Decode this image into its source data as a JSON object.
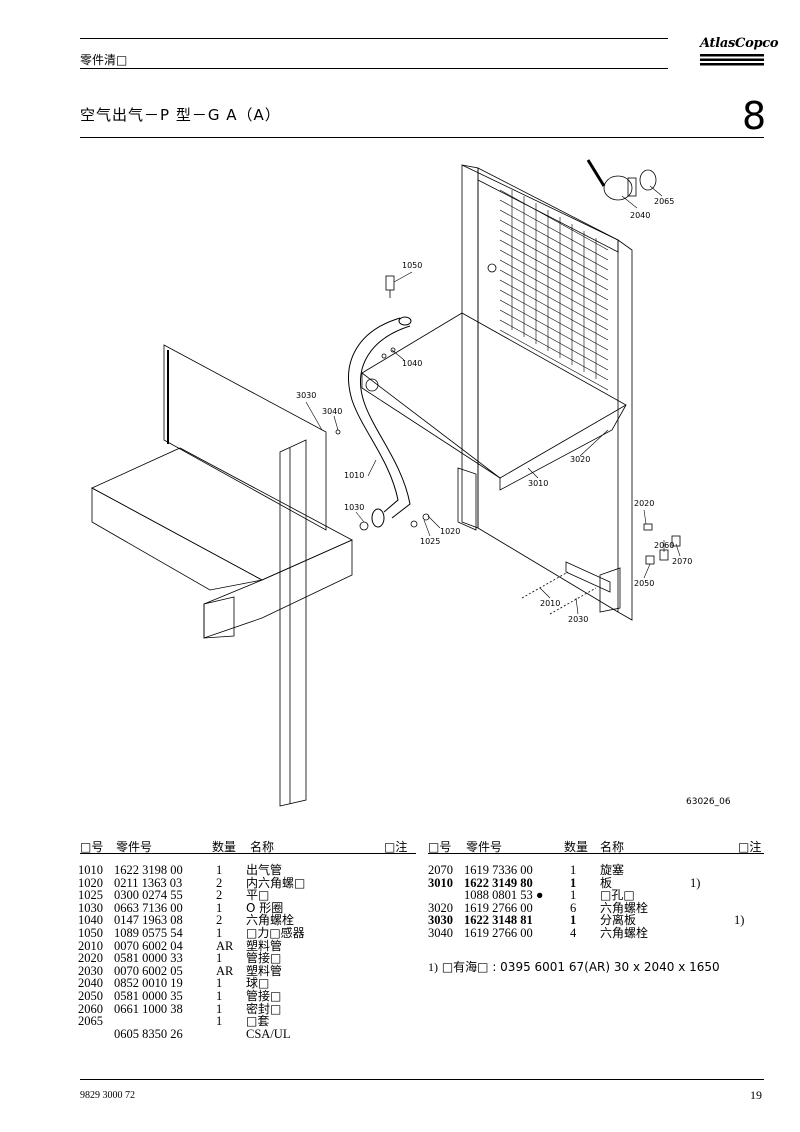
{
  "header": {
    "title": "零件清□",
    "logo": "AtlasCopco"
  },
  "section": {
    "title": "空气出气－P 型－G A（A）",
    "number": "8"
  },
  "drawing": {
    "id": "63026_06",
    "labels": [
      "2065",
      "2040",
      "1050",
      "1040",
      "3030",
      "3040",
      "1010",
      "1030",
      "1025",
      "1020",
      "3020",
      "3010",
      "2020",
      "2060",
      "2070",
      "2050",
      "2010",
      "2030"
    ]
  },
  "table": {
    "headers": {
      "pos": "□号",
      "part_no": "零件号",
      "qty": "数量",
      "name": "名称",
      "note": "□注"
    },
    "left_rows": [
      {
        "pos": "1010",
        "part_no": "1622 3198 00",
        "qty": "1",
        "name": "出气管",
        "note": ""
      },
      {
        "pos": "1020",
        "part_no": "0211 1363 03",
        "qty": "2",
        "name": "内六角螺□",
        "note": ""
      },
      {
        "pos": "1025",
        "part_no": "0300 0274 55",
        "qty": "2",
        "name": "平□",
        "note": ""
      },
      {
        "pos": "1030",
        "part_no": "0663 7136 00",
        "qty": "1",
        "name": "O 形圈",
        "note": ""
      },
      {
        "pos": "1040",
        "part_no": "0147 1963 08",
        "qty": "2",
        "name": "六角螺栓",
        "note": ""
      },
      {
        "pos": "1050",
        "part_no": "1089 0575 54",
        "qty": "1",
        "name": "□力□感器",
        "note": ""
      },
      {
        "pos": "2010",
        "part_no": "0070 6002 04",
        "qty": "AR",
        "name": "塑料管",
        "note": ""
      },
      {
        "pos": "2020",
        "part_no": "0581 0000 33",
        "qty": "1",
        "name": "管接□",
        "note": ""
      },
      {
        "pos": "2030",
        "part_no": "0070 6002 05",
        "qty": "AR",
        "name": "塑料管",
        "note": ""
      },
      {
        "pos": "2040",
        "part_no": "0852 0010 19",
        "qty": "1",
        "name": "球□",
        "note": ""
      },
      {
        "pos": "2050",
        "part_no": "0581 0000 35",
        "qty": "1",
        "name": "管接□",
        "note": ""
      },
      {
        "pos": "2060",
        "part_no": "0661 1000 38",
        "qty": "1",
        "name": "密封□",
        "note": ""
      },
      {
        "pos": "2065",
        "part_no": "",
        "qty": "1",
        "name": "□套",
        "note": ""
      },
      {
        "pos": "",
        "part_no": "0605 8350 26",
        "qty": "",
        "name": "CSA/UL",
        "note": ""
      }
    ],
    "right_rows": [
      {
        "pos": "2070",
        "part_no": "1619 7336 00",
        "qty": "1",
        "name": "旋塞",
        "note": "",
        "bold": false
      },
      {
        "pos": "3010",
        "part_no": "1622 3149 80",
        "qty": "1",
        "name": "板",
        "note": "1)",
        "bold": true
      },
      {
        "pos": "",
        "part_no": "1088 0801 53 ●",
        "qty": "1",
        "name": "□孔□",
        "note": "",
        "bold": false
      },
      {
        "pos": "3020",
        "part_no": "1619 2766 00",
        "qty": "6",
        "name": "六角螺栓",
        "note": "",
        "bold": false
      },
      {
        "pos": "3030",
        "part_no": "1622 3148 81",
        "qty": "1",
        "name": "分离板",
        "note": "1)",
        "bold": true
      },
      {
        "pos": "3040",
        "part_no": "1619 2766 00",
        "qty": "4",
        "name": "六角螺栓",
        "note": "",
        "bold": false
      }
    ],
    "footnote": {
      "num": "1)",
      "text": "□有海□ : 0395 6001 67(AR) 30 x 2040 x 1650"
    }
  },
  "footer": {
    "doc_number": "9829 3000 72",
    "page": "19"
  }
}
